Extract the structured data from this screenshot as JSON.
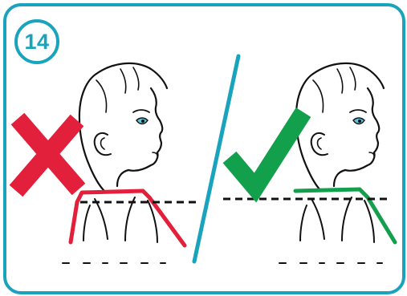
{
  "step": {
    "number": "14"
  },
  "panels": [
    {
      "verdict": "incorrect",
      "mark_icon": "cross-mark-icon",
      "mark_color": "#e3203b",
      "shoulder_color": "#e3203b"
    },
    {
      "verdict": "correct",
      "mark_icon": "check-mark-icon",
      "mark_color": "#12a04c",
      "shoulder_color": "#12a04c"
    }
  ],
  "colors": {
    "frame": "#1aa3bd",
    "divider": "#1aa3bd",
    "reference_line": "#111111",
    "eye": "#5fc3dc"
  }
}
